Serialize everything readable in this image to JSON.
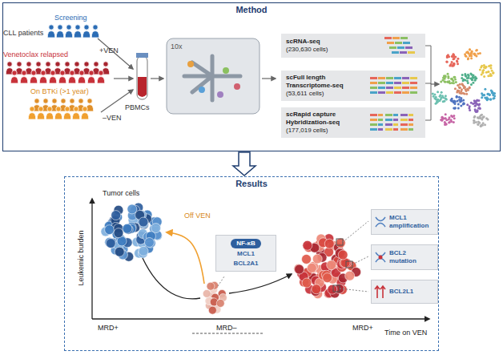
{
  "diagram": {
    "nodes": [
      {
        "text": [
          "Method"
        ]
      },
      {
        "text": [
          "scRNA-seq",
          "(230,630 cells)"
        ],
        "in": 0
      },
      {
        "text": [
          "scFull length Transcriptome-seq",
          "(53,611 cells)"
        ],
        "in": 0
      },
      {
        "text": [
          "scRapid capture Hybridization-seq",
          "(177,019 cells)"
        ],
        "in": 0
      },
      {
        "text": [
          "Results"
        ]
      },
      {
        "text": [
          "NF-κB",
          "MCL1",
          "BCL2A1"
        ],
        "in": 4
      },
      {
        "text": [
          "MCL1 amplification"
        ],
        "in": 4
      },
      {
        "text": [
          "BCL2 mutation"
        ],
        "in": 4
      },
      {
        "text": [
          "BCL2L1"
        ],
        "in": 4
      }
    ],
    "edges": [
      {
        "from": 0,
        "to": 4,
        "arrow": "to"
      }
    ],
    "labels": [
      "CLL patients",
      "Screening",
      "Venetoclax relapsed",
      "+VEN",
      "On BTKi (>1 year)",
      "–VEN",
      "PBMCs",
      "10x",
      "Tumor cells",
      "Off VEN",
      "Leukemic burden",
      "MRD+",
      "MRD–",
      "MRD+",
      "Time on VEN"
    ]
  }
}
